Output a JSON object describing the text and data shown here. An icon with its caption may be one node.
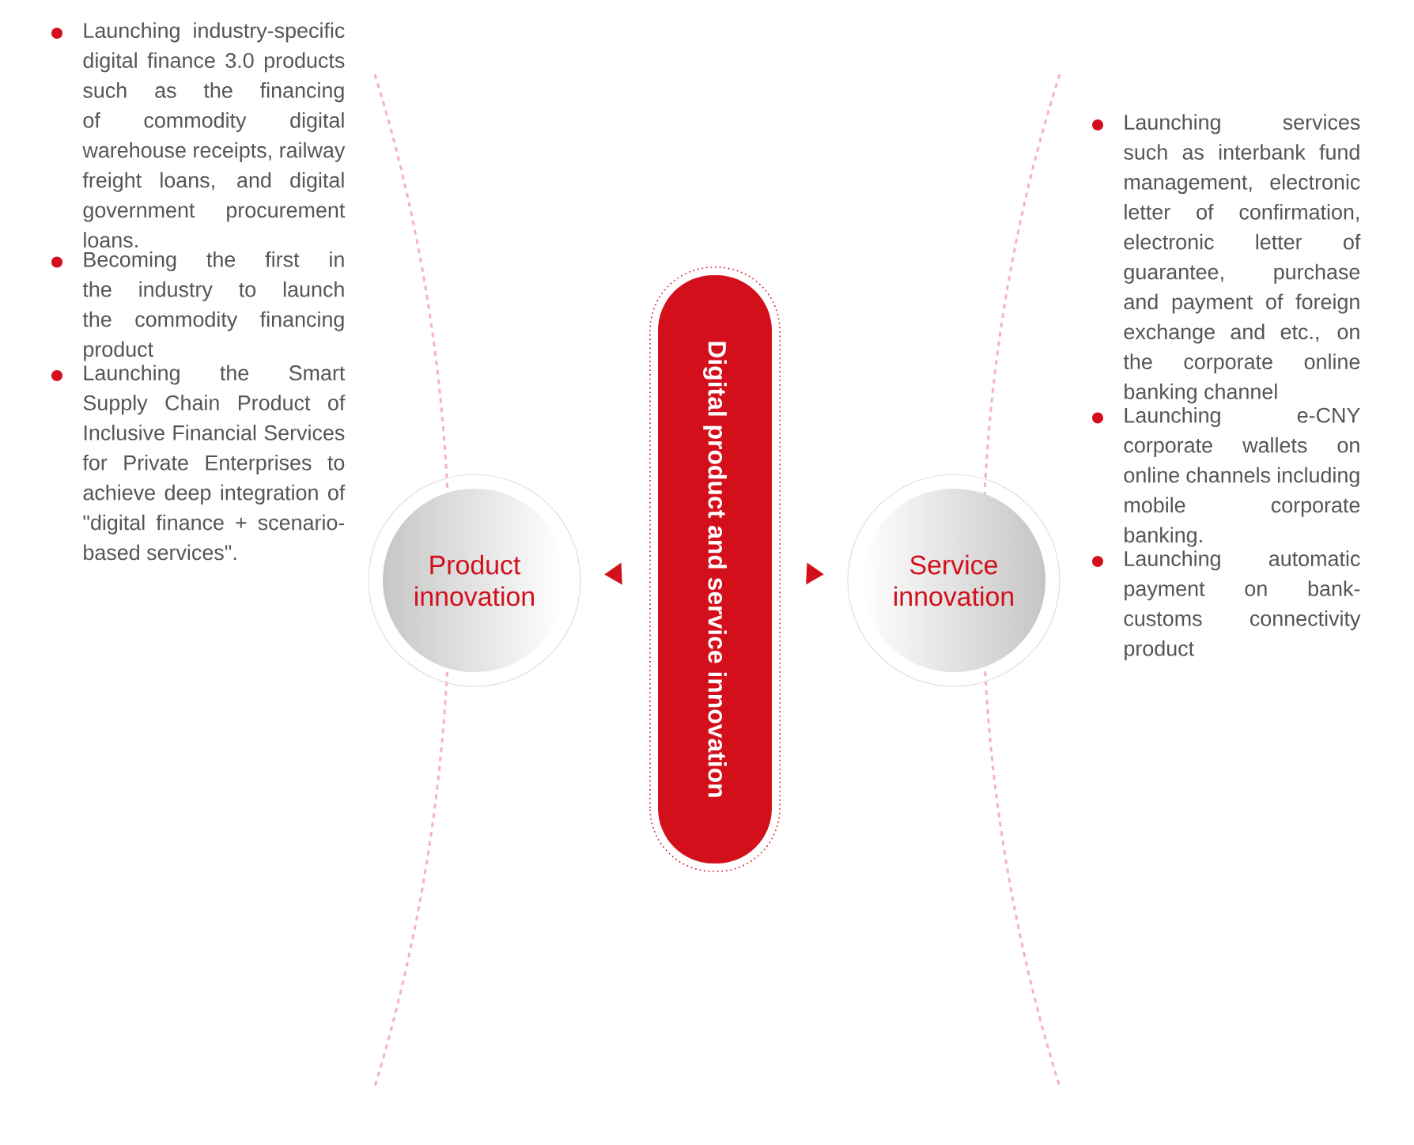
{
  "diagram": {
    "nodes": [
      {
        "text": [
          "Digital product and service innovation"
        ]
      },
      {
        "text": [
          "Product innovation"
        ]
      },
      {
        "text": [
          "Service innovation"
        ]
      }
    ],
    "edges": [
      {
        "from": 0,
        "to": 1,
        "arrow": "to"
      },
      {
        "from": 0,
        "to": 2,
        "arrow": "to"
      }
    ],
    "labels": [
      "Launching industry-specific digital finance 3.0 products such as the financing of commodity digital warehouse receipts, railway freight loans, and digital government procurement loans.",
      "Becoming the first in the industry to launch the commodity financing product",
      "Launching the Smart Supply Chain Product of Inclusive Financial Services for Private Enterprises to achieve deep integration of \"digital finance + scenario-based services\".",
      "Launching services such as interbank fund management, electronic letter of confirmation, electronic letter of guarantee, purchase and payment of foreign exchange and etc., on the corporate online banking channel",
      "Launching e-CNY corporate wallets on online channels including mobile corporate banking.",
      "Launching automatic payment on bank-customs connectivity product"
    ]
  }
}
